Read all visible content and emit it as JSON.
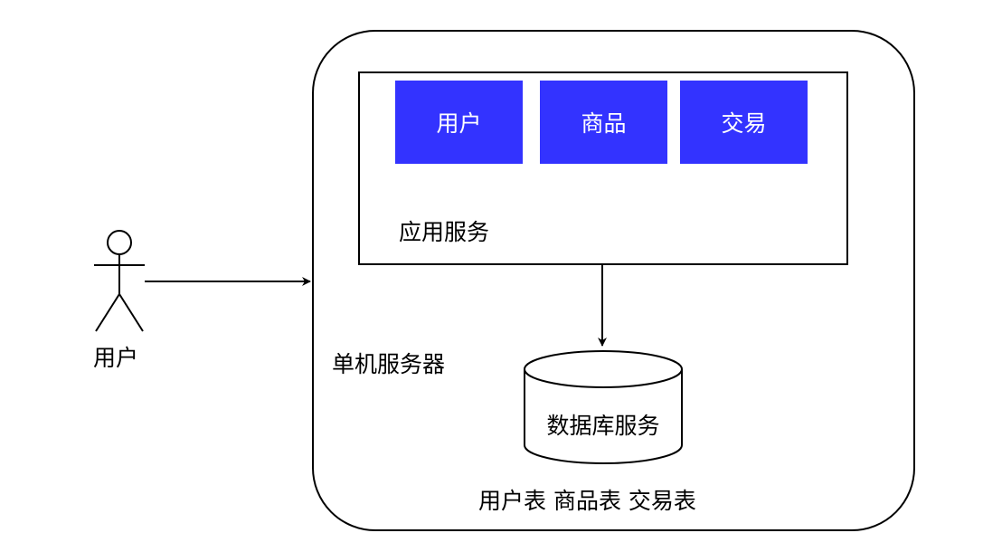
{
  "actor": {
    "label": "用户"
  },
  "server": {
    "label": "单机服务器"
  },
  "app_service": {
    "label": "应用服务",
    "modules": [
      "用户",
      "商品",
      "交易"
    ]
  },
  "database": {
    "label": "数据库服务",
    "tables_label": "用户表 商品表 交易表"
  },
  "colors": {
    "module_fill": "#3333ff",
    "module_text": "#ffffff",
    "stroke": "#000000"
  }
}
